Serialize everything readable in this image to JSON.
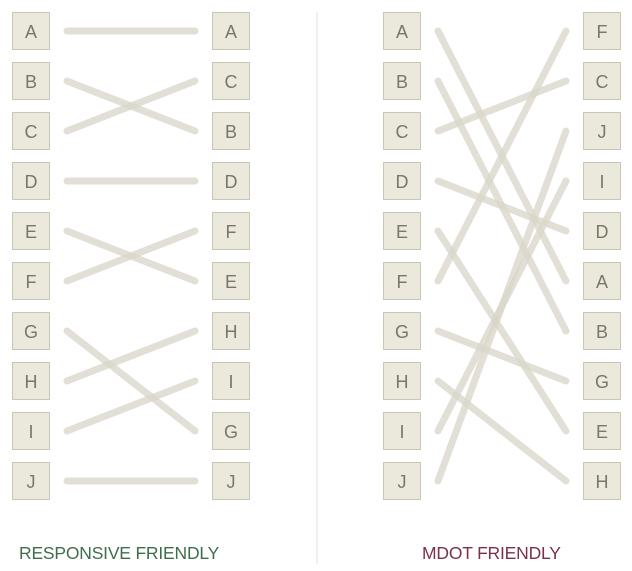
{
  "panels": [
    {
      "caption": "RESPONSIVE FRIENDLY",
      "caption_color": "#3f6e4c",
      "left_labels": [
        "A",
        "B",
        "C",
        "D",
        "E",
        "F",
        "G",
        "H",
        "I",
        "J"
      ],
      "right_labels": [
        "A",
        "C",
        "B",
        "D",
        "F",
        "E",
        "H",
        "I",
        "G",
        "J"
      ]
    },
    {
      "caption": "MDOT FRIENDLY",
      "caption_color": "#7a3248",
      "left_labels": [
        "A",
        "B",
        "C",
        "D",
        "E",
        "F",
        "G",
        "H",
        "I",
        "J"
      ],
      "right_labels": [
        "F",
        "C",
        "J",
        "I",
        "D",
        "A",
        "B",
        "G",
        "E",
        "H"
      ]
    }
  ],
  "colors": {
    "box_fill": "#ebe9dc",
    "box_border": "#c9c6b3",
    "label_text": "#7a7766",
    "link_line": "#d8d5c8",
    "divider": "#e2e0d8"
  }
}
